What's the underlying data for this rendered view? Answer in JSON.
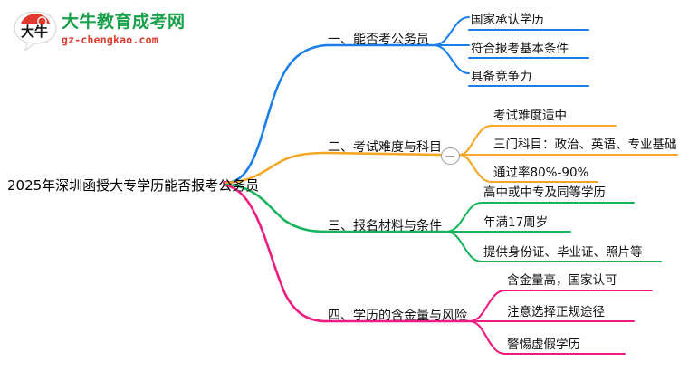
{
  "logo": {
    "mark_text": "大牛",
    "brand_cn": "大牛教育成考网",
    "brand_url": "gz-chengkao.com",
    "brand_color": "#18a04a",
    "url_color": "#e03a2f",
    "mark_color": "#e03a2f"
  },
  "mindmap": {
    "root": {
      "label": "2025年深圳函授大专学历能否报考公务员"
    },
    "collapse_toggle": {
      "icon": "minus-circle-icon",
      "state": "expanded"
    },
    "branches": [
      {
        "index": "1",
        "label": "一、能否考公务员",
        "color": "#1a7ee8",
        "children": [
          {
            "label": "国家承认学历"
          },
          {
            "label": "符合报考基本条件"
          },
          {
            "label": "具备竞争力"
          }
        ]
      },
      {
        "index": "2",
        "label": "二、考试难度与科目",
        "color": "#f5a623",
        "children": [
          {
            "label": "考试难度适中"
          },
          {
            "label": "三门科目：政治、英语、专业基础"
          },
          {
            "label": "通过率80%-90%"
          }
        ]
      },
      {
        "index": "3",
        "label": "三、报名材料与条件",
        "color": "#16b45c",
        "children": [
          {
            "label": "高中或中专及同等学历"
          },
          {
            "label": "年满17周岁"
          },
          {
            "label": "提供身份证、毕业证、照片等"
          }
        ]
      },
      {
        "index": "4",
        "label": "四、学历的含金量与风险",
        "color": "#ef1b80",
        "children": [
          {
            "label": "含金量高，国家认可"
          },
          {
            "label": "注意选择正规途径"
          },
          {
            "label": "警惕虚假学历"
          }
        ]
      }
    ]
  }
}
